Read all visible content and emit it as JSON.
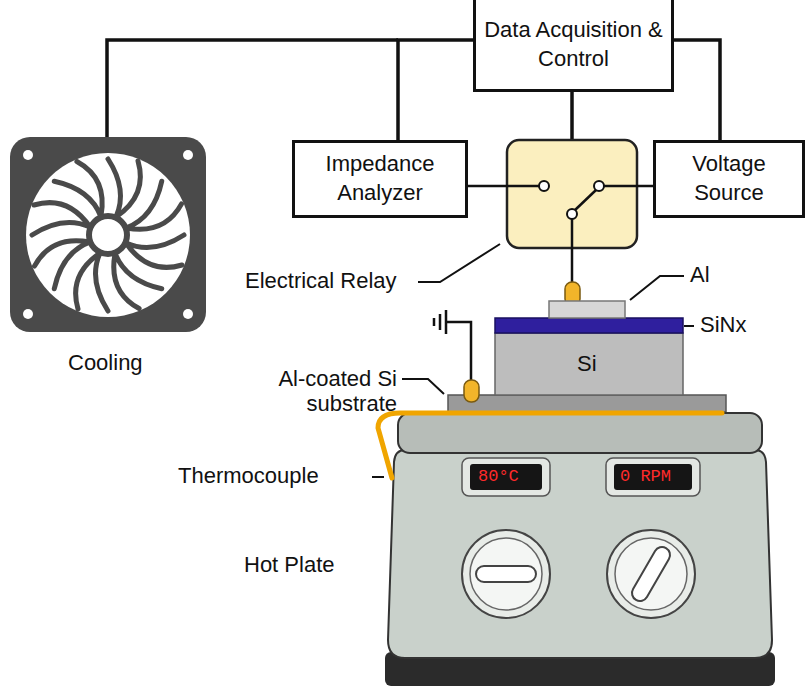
{
  "diagram": {
    "nodes": [
      {
        "text": [
          "Data Acquisition & Control"
        ]
      },
      {
        "text": [
          "Impedance Analyzer"
        ]
      },
      {
        "text": [
          "Voltage Source"
        ]
      }
    ],
    "edges": [
      {
        "from": 0,
        "to": 1,
        "arrow": "none"
      },
      {
        "from": 0,
        "to": 2,
        "arrow": "none"
      }
    ],
    "labels": [
      "Electrical Relay",
      "Al",
      "SiNx",
      "Cooling",
      "Al-coated Si substrate",
      "Si",
      "Thermocouple",
      "80°C",
      "0 RPM",
      "Hot Plate"
    ]
  }
}
